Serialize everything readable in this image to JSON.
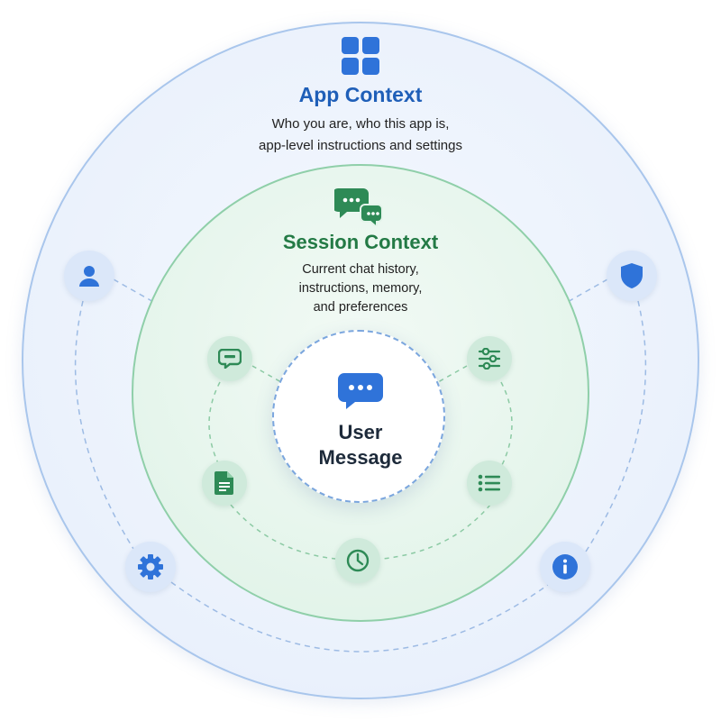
{
  "app_context": {
    "title": "App Context",
    "description_line1": "Who you are, who this app is,",
    "description_line2": "app-level instructions and settings",
    "icon": "grid-apps-icon",
    "nodes": [
      "user-icon",
      "shield-icon",
      "gear-icon",
      "info-icon"
    ]
  },
  "session_context": {
    "title": "Session Context",
    "description_line1": "Current chat history,",
    "description_line2": "instructions, memory,",
    "description_line3": "and preferences",
    "icon": "chat-bubbles-icon",
    "nodes": [
      "message-bubble-icon",
      "sliders-icon",
      "document-icon",
      "list-icon",
      "clock-icon"
    ]
  },
  "user_message": {
    "title_line1": "User",
    "title_line2": "Message",
    "icon": "chat-dots-icon"
  },
  "colors": {
    "app_blue": "#1f5fb8",
    "session_green": "#237a45",
    "icon_blue": "#2f73d9",
    "icon_green": "#2e8a56"
  }
}
